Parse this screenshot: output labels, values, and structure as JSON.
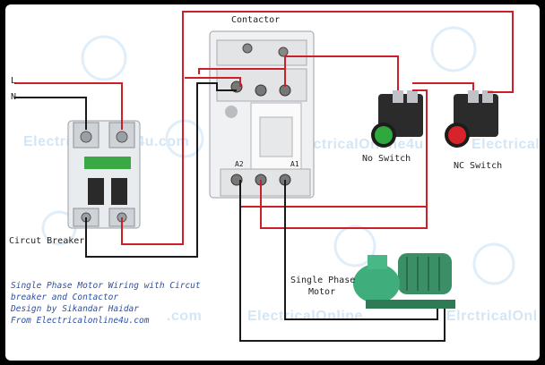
{
  "labels": {
    "contactor": "Contactor",
    "line": "L",
    "neutral": "N",
    "breaker": "Circut Breaker",
    "no_switch": "No Switch",
    "nc_switch": "NC Switch",
    "motor_line1": "Single Phase",
    "motor_line2": "Motor",
    "a2": "A2",
    "a1": "A1"
  },
  "credits": {
    "line1": "Single Phase Motor Wiring with Circut",
    "line2": "breaker and Contactor",
    "line3": "Design by Sikandar Haidar",
    "line4": "From Electricalonline4u.com"
  },
  "watermarks": {
    "w1": "Electricalonline4u.com",
    "w2": "ElectricalOnline4u",
    "w3": "ElectricalOnline",
    "w4": "ElrctricalOnl",
    "w5": "ElectricalOnline",
    "w6": ".com"
  },
  "colors": {
    "line_wire": "#cc1f2a",
    "neutral_wire": "#1a1a1a",
    "breaker_green": "#3aa845",
    "no_button": "#2fa83d",
    "nc_button": "#d8232a",
    "motor_green": "#3fae7c"
  }
}
